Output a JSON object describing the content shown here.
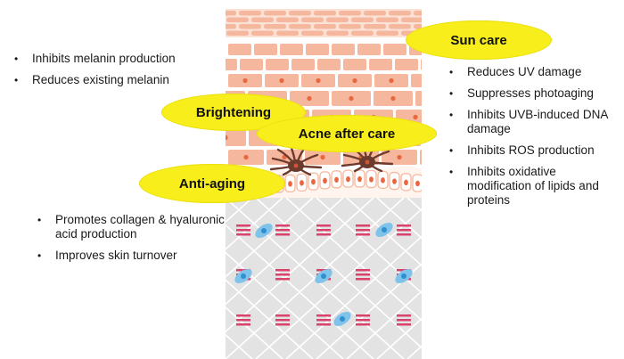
{
  "labels": {
    "sun_care": "Sun care",
    "brightening": "Brightening",
    "acne": "Acne after care",
    "anti_aging": "Anti-aging"
  },
  "lists": {
    "brightening_effects": [
      "Inhibits melanin production",
      "Reduces existing melanin"
    ],
    "sun_care_effects": [
      "Reduces UV damage",
      "Suppresses photoaging",
      "Inhibits UVB-induced DNA damage",
      "Inhibits ROS production",
      "Inhibits oxidative modification of lipids and proteins"
    ],
    "anti_aging_effects": [
      "Promotes collagen & hyaluronic acid production",
      "Improves skin turnover"
    ]
  },
  "colors": {
    "label_fill": "#f7ee1c",
    "cell_fill": "#f5b79e",
    "nucleus": "#e8673f",
    "dermis_bg": "#e3e3e3",
    "collagen": "#d9426b",
    "fibroblast": "#7fc3ea",
    "melanocyte": "#6d3b2e"
  }
}
